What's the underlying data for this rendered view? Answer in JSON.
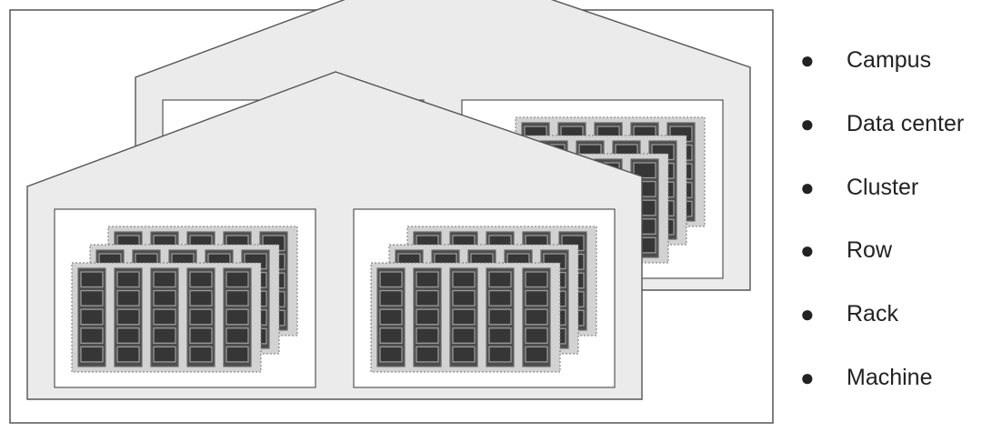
{
  "colors": {
    "outline": "#555555",
    "building_fill": "#ebebeb",
    "cluster_fill": "#ffffff",
    "row_fill": "#d2d2d2",
    "rack_fill": "#4d4d4d",
    "rack_stroke": "#6a6a6a",
    "machine_fill": "#363636",
    "machine_stroke": "#9a9a9a"
  },
  "legend": {
    "bullet": "●",
    "items": [
      {
        "label": "Campus"
      },
      {
        "label": "Data center"
      },
      {
        "label": "Cluster"
      },
      {
        "label": "Row"
      },
      {
        "label": "Rack"
      },
      {
        "label": "Machine"
      }
    ]
  },
  "hierarchy": {
    "data_centers": 2,
    "clusters_per_data_center": 2,
    "rows_per_cluster": 3,
    "racks_per_row": 5,
    "machines_per_rack": 5
  }
}
